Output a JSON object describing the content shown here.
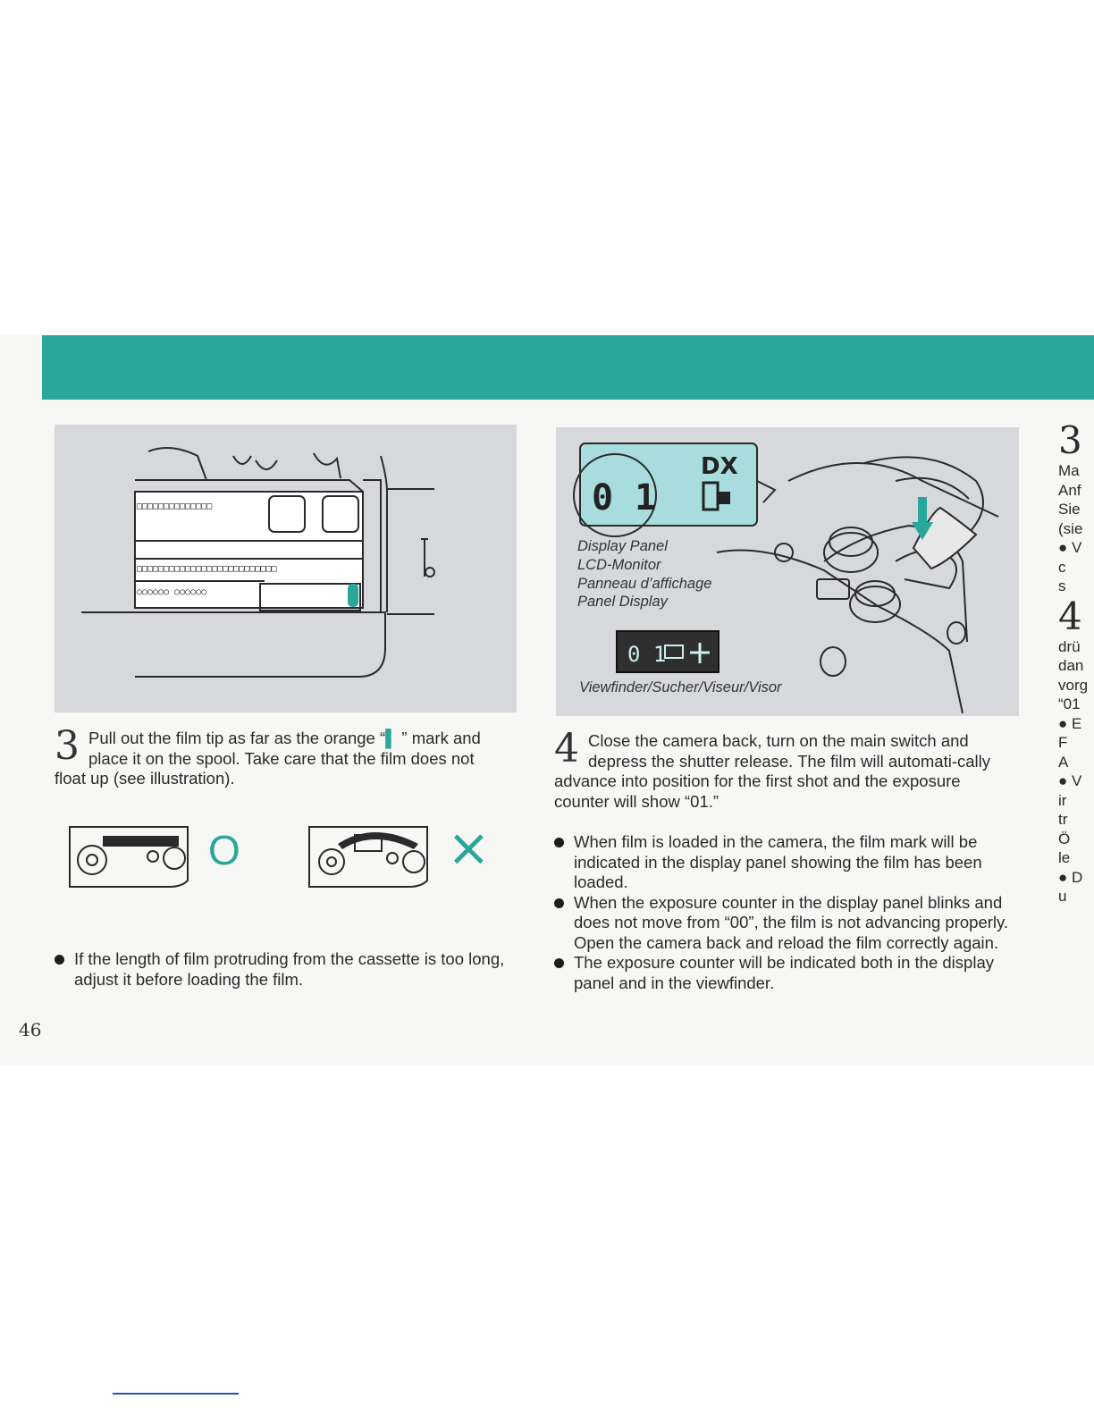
{
  "page": {
    "number": "46",
    "accent_color": "#2aa79b",
    "mark_color": "#2aa79b"
  },
  "left": {
    "step3": {
      "number": "3",
      "text_before": "Pull out the film tip as far as the orange “",
      "mark_glyph": "▌",
      "text_after": " ” mark and place it on the spool. Take care that the film does not float up (see illustration)."
    },
    "correct_mark": "O",
    "wrong_mark": "×",
    "bullets": [
      "If the length of film protruding from the cassette is too long, adjust it before loading the film."
    ]
  },
  "right": {
    "figure": {
      "lcd_counter": "0 1",
      "lcd_dx": "DX",
      "panel_labels": [
        "Display Panel",
        "LCD-Monitor",
        "Panneau d’affichage",
        "Panel Display"
      ],
      "viewfinder_readout": "0 1",
      "viewfinder_label": "Viewfinder/Sucher/Viseur/Visor"
    },
    "step4": {
      "number": "4",
      "text": "Close the camera back, turn on the main switch and depress the shutter release. The film will automati-cally advance into position for the first shot and the exposure counter will show “01.”"
    },
    "bullets": [
      "When film is loaded in the camera, the film mark will be indicated in the display panel showing the film has been loaded.",
      "When the exposure counter in the display panel blinks and does not move from “00”, the film is not advancing properly. Open the camera back and reload the film correctly again.",
      "The exposure counter will be indicated both in the display panel and in the viewfinder."
    ]
  },
  "next_page_fragment": {
    "num3": "3",
    "lines_a": [
      "Ma",
      "Anf",
      "Sie",
      "(sie"
    ],
    "bullet_a": [
      "● V",
      "   c",
      "   s"
    ],
    "num4": "4",
    "lines_b": [
      "drü",
      "dan",
      "vorg",
      "“01"
    ],
    "bullet_b": [
      "● E",
      "   F",
      "   A",
      "● V",
      "   ir",
      "   tr",
      "   Ö",
      "   le",
      "● D",
      "   u"
    ]
  }
}
